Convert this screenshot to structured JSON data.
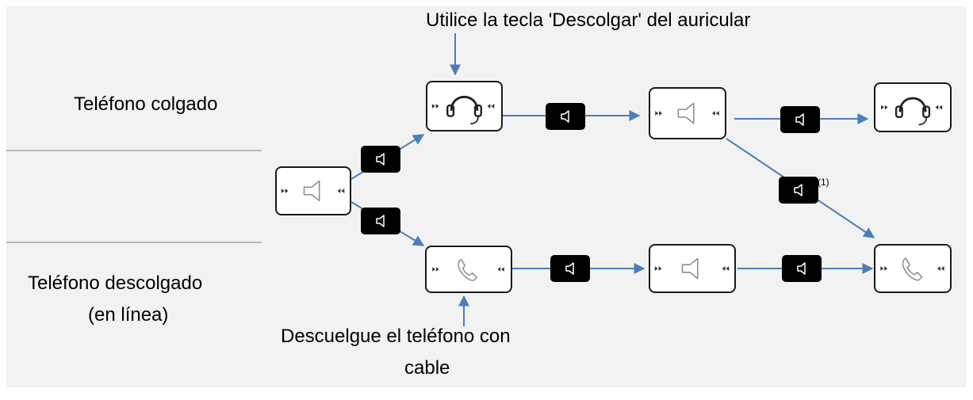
{
  "rows": {
    "on_hook": "Teléfono colgado",
    "off_hook_line1": "Teléfono descolgado",
    "off_hook_line2": "(en línea)"
  },
  "annotations": {
    "headset_key": "Utilice la tecla 'Descolgar' del auricular",
    "handset_line1": "Descuelgue el teléfono con",
    "handset_line2": "cable",
    "footnote_marker": "(1)"
  },
  "colors": {
    "panel_bg": "#f2f2f2",
    "arrow": "#4a7ebb",
    "divider": "#a6a6a6",
    "key_bg": "#000000",
    "icon_stroke": "#8c8c8c"
  },
  "icons": {
    "states": [
      "speaker-icon",
      "headset-icon",
      "handset-icon"
    ],
    "key": "speaker-key-icon"
  }
}
